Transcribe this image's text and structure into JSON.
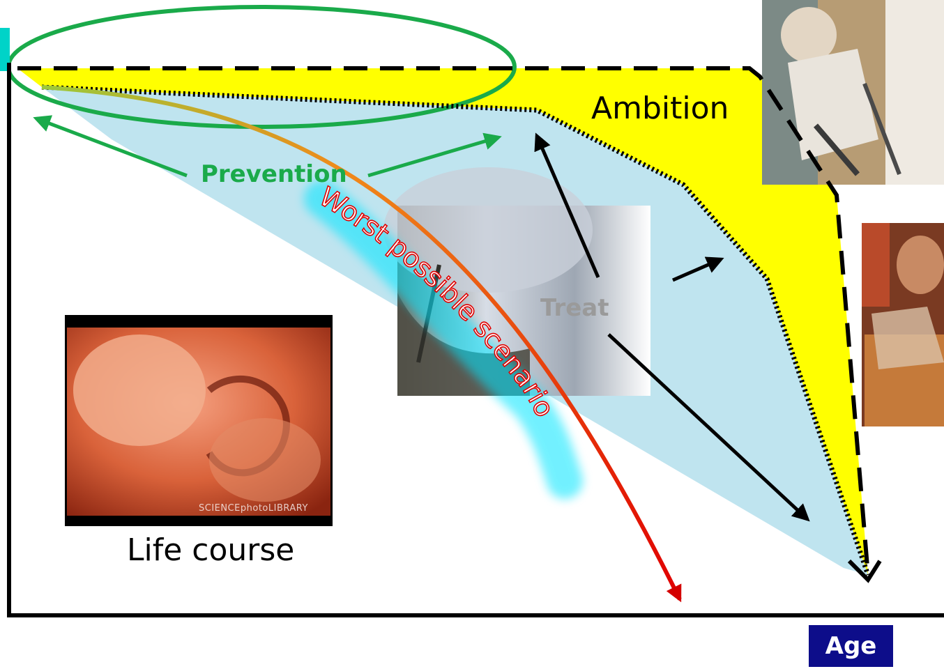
{
  "labels": {
    "ambition": "Ambition",
    "prevention": "Prevention",
    "treat": "Treat",
    "worst_case": "Worst possible scenario",
    "life_course": "Life course",
    "x_axis": "Age"
  },
  "photos": {
    "fetus": {
      "description": "fetus-in-womb-photo",
      "watermark": "SCIENCEphotoLIBRARY"
    },
    "belly": {
      "description": "overweight-belly-photo"
    },
    "elderly": {
      "description": "elderly-woman-with-walker-photo"
    },
    "child": {
      "description": "child-eating-fast-food-photo"
    }
  },
  "colors": {
    "ambition_fill": "#ffff00",
    "trajectory_fill": "#bfe4ef",
    "prevention_green": "#1aaa4a",
    "worst_case_red": "#e00000",
    "worst_case_glow": "#00e5ff",
    "age_box": "#0d0d8a"
  }
}
